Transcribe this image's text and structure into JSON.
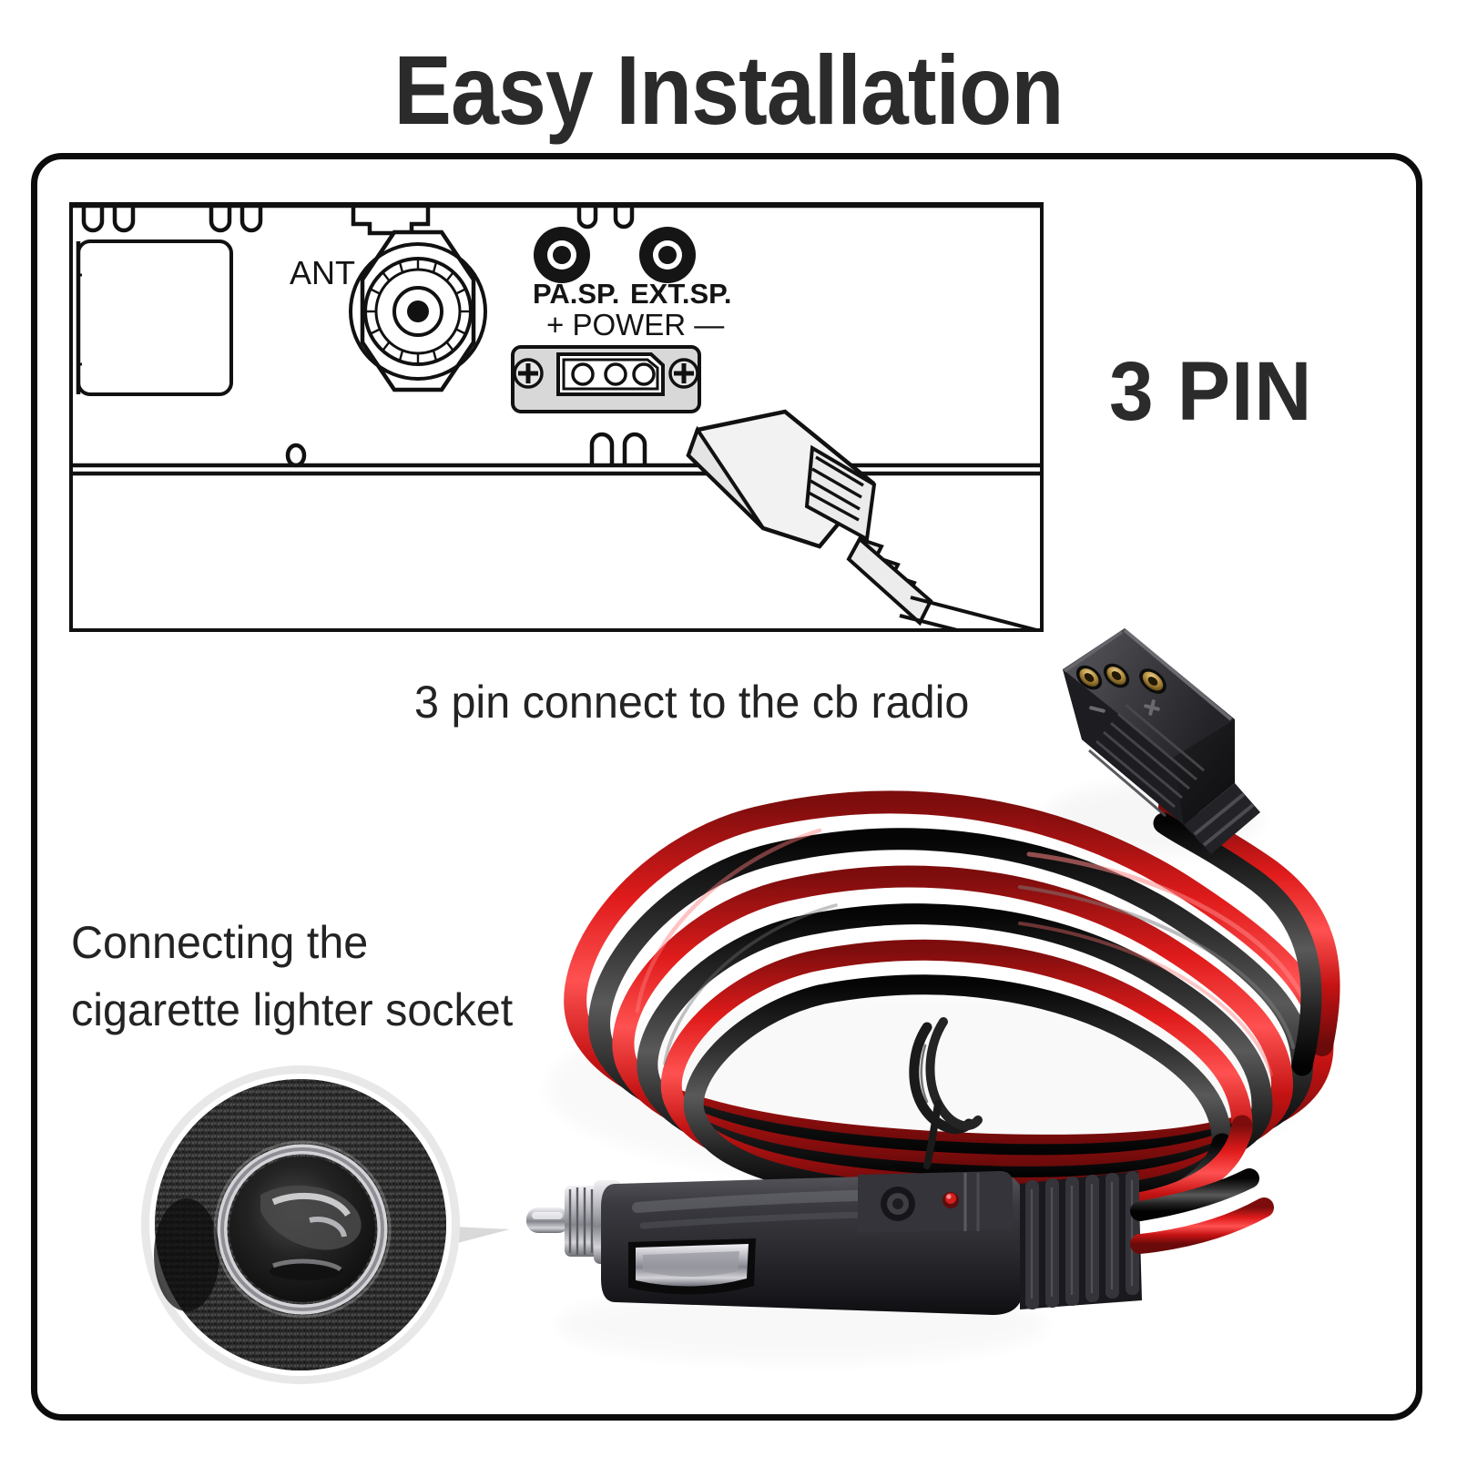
{
  "page": {
    "title": "Easy Installation",
    "background_color": "#ffffff",
    "text_color": "#232323",
    "frame_color": "#0c0c0c"
  },
  "callouts": {
    "three_pin_label": "3 PIN",
    "caption_three_pin": "3 pin connect to the cb radio",
    "caption_socket_line1": "Connecting the",
    "caption_socket_line2": "cigarette lighter socket"
  },
  "radio_diagram": {
    "ant_label": "ANT",
    "pa_speaker_label": "PA.SP.",
    "ext_speaker_label": "EXT.SP.",
    "power_label_plus": "+",
    "power_label_text": "POWER",
    "power_label_minus": "—",
    "pin_count": 3,
    "screw_count": 2
  },
  "connector": {
    "polarity_negative": "−",
    "polarity_positive": "+",
    "socket_count": 3,
    "body_color": "#2a2a2c",
    "pin_color": "#b99341"
  },
  "cable": {
    "positive_wire_color": "#e01b1b",
    "negative_wire_color": "#141414",
    "zip_tie_color": "#1a1a1a"
  },
  "lighter_plug": {
    "body_color": "#2d2d30",
    "tip_color": "#c9c9cd",
    "led_color": "#d22020"
  },
  "car_socket_photo": {
    "ring_color": "#cfcfcf",
    "bezel_color": "#2a2a2a",
    "pointer_color": "#d9d9d9"
  }
}
